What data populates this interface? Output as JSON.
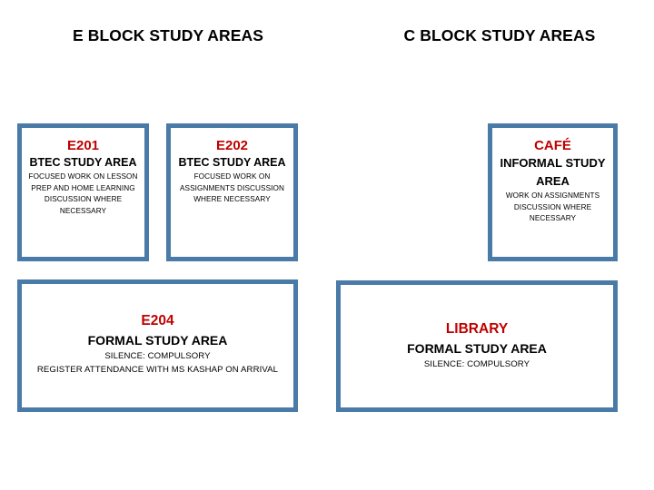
{
  "headings": [
    {
      "id": "e-block",
      "text": "E BLOCK STUDY AREAS"
    },
    {
      "id": "c-block",
      "text": "C BLOCK STUDY AREAS"
    }
  ],
  "colors": {
    "box_border": "#4a7aa7",
    "room_title": "#c00000",
    "body_text": "#000000",
    "background": "#ffffff"
  },
  "boxes": {
    "e201": {
      "title": "E201",
      "subtitle": "BTEC STUDY AREA",
      "description": "FOCUSED WORK ON LESSON PREP AND HOME LEARNING DISCUSSION WHERE NECESSARY"
    },
    "e202": {
      "title": "E202",
      "subtitle": "BTEC STUDY AREA",
      "description": "FOCUSED WORK ON ASSIGNMENTS DISCUSSION WHERE NECESSARY"
    },
    "cafe": {
      "title": "CAFÉ",
      "subtitle": "INFORMAL STUDY AREA",
      "description": "WORK ON ASSIGNMENTS DISCUSSION WHERE NECESSARY"
    },
    "e204": {
      "title": "E204",
      "subtitle": "FORMAL STUDY AREA",
      "description_line1": "SILENCE: COMPULSORY",
      "description_line2": "REGISTER ATTENDANCE WITH MS KASHAP ON ARRIVAL"
    },
    "library": {
      "title": "LIBRARY",
      "subtitle": "FORMAL STUDY AREA",
      "description": "SILENCE: COMPULSORY"
    }
  }
}
